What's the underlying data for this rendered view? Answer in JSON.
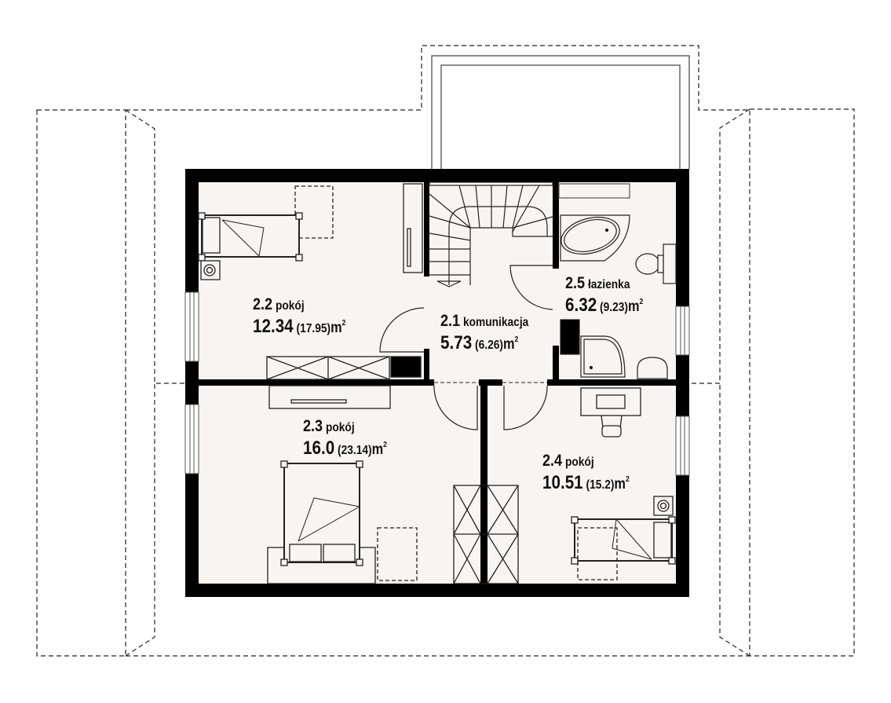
{
  "plan": {
    "type": "attic floor plan",
    "colors": {
      "wall": "#000000",
      "floor": "#f8f4f1",
      "outline": "#555555",
      "dashed": "#222222",
      "background": "#ffffff"
    },
    "unit_symbol": "m",
    "unit_exponent": "2"
  },
  "rooms": [
    {
      "id": "2.1",
      "name": "komunikacja",
      "net_area": "5.73",
      "gross_area": "(6.26)"
    },
    {
      "id": "2.2",
      "name": "pokój",
      "net_area": "12.34",
      "gross_area": "(17.95)"
    },
    {
      "id": "2.3",
      "name": "pokój",
      "net_area": "16.0",
      "gross_area": "(23.14)"
    },
    {
      "id": "2.4",
      "name": "pokój",
      "net_area": "10.51",
      "gross_area": "(15.2)"
    },
    {
      "id": "2.5",
      "name": "łazienka",
      "net_area": "6.32",
      "gross_area": "(9.23)"
    }
  ],
  "fixtures": [
    "single-bed",
    "double-bed",
    "wardrobe",
    "staircase",
    "corner-bathtub",
    "toilet",
    "shower-tray",
    "washbasin",
    "desk",
    "chair",
    "nightstand",
    "skylight-window",
    "balcony"
  ]
}
